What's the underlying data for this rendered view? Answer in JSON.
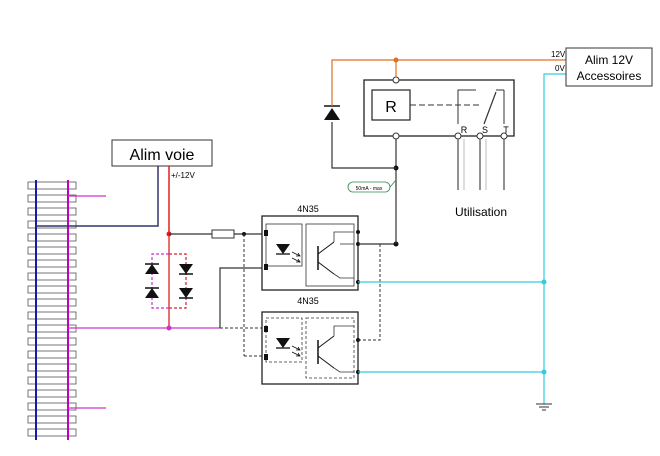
{
  "labels": {
    "alim_voie": "Alim voie",
    "voltage_track": "+/-12V",
    "alim_12v_line1": "Alim 12V",
    "alim_12v_line2": "Accessoires",
    "rail_12v": "12V",
    "rail_0v": "0V",
    "relay_letter": "R",
    "relay_r": "R",
    "relay_s": "S",
    "relay_t": "T",
    "utilisation": "Utilisation",
    "opto1": "4N35",
    "opto2": "4N35",
    "current_note": "50mA - max"
  },
  "colors": {
    "rail_blue": "#1a1aa6",
    "rail_magenta": "#c000c0",
    "wire_magenta": "#cc33cc",
    "wire_red": "#e02020",
    "wire_orange": "#e07020",
    "wire_cyan": "#33ccdd",
    "wire_navy": "#33336e",
    "wire_black": "#333333",
    "note_green": "#2a8a4a"
  }
}
